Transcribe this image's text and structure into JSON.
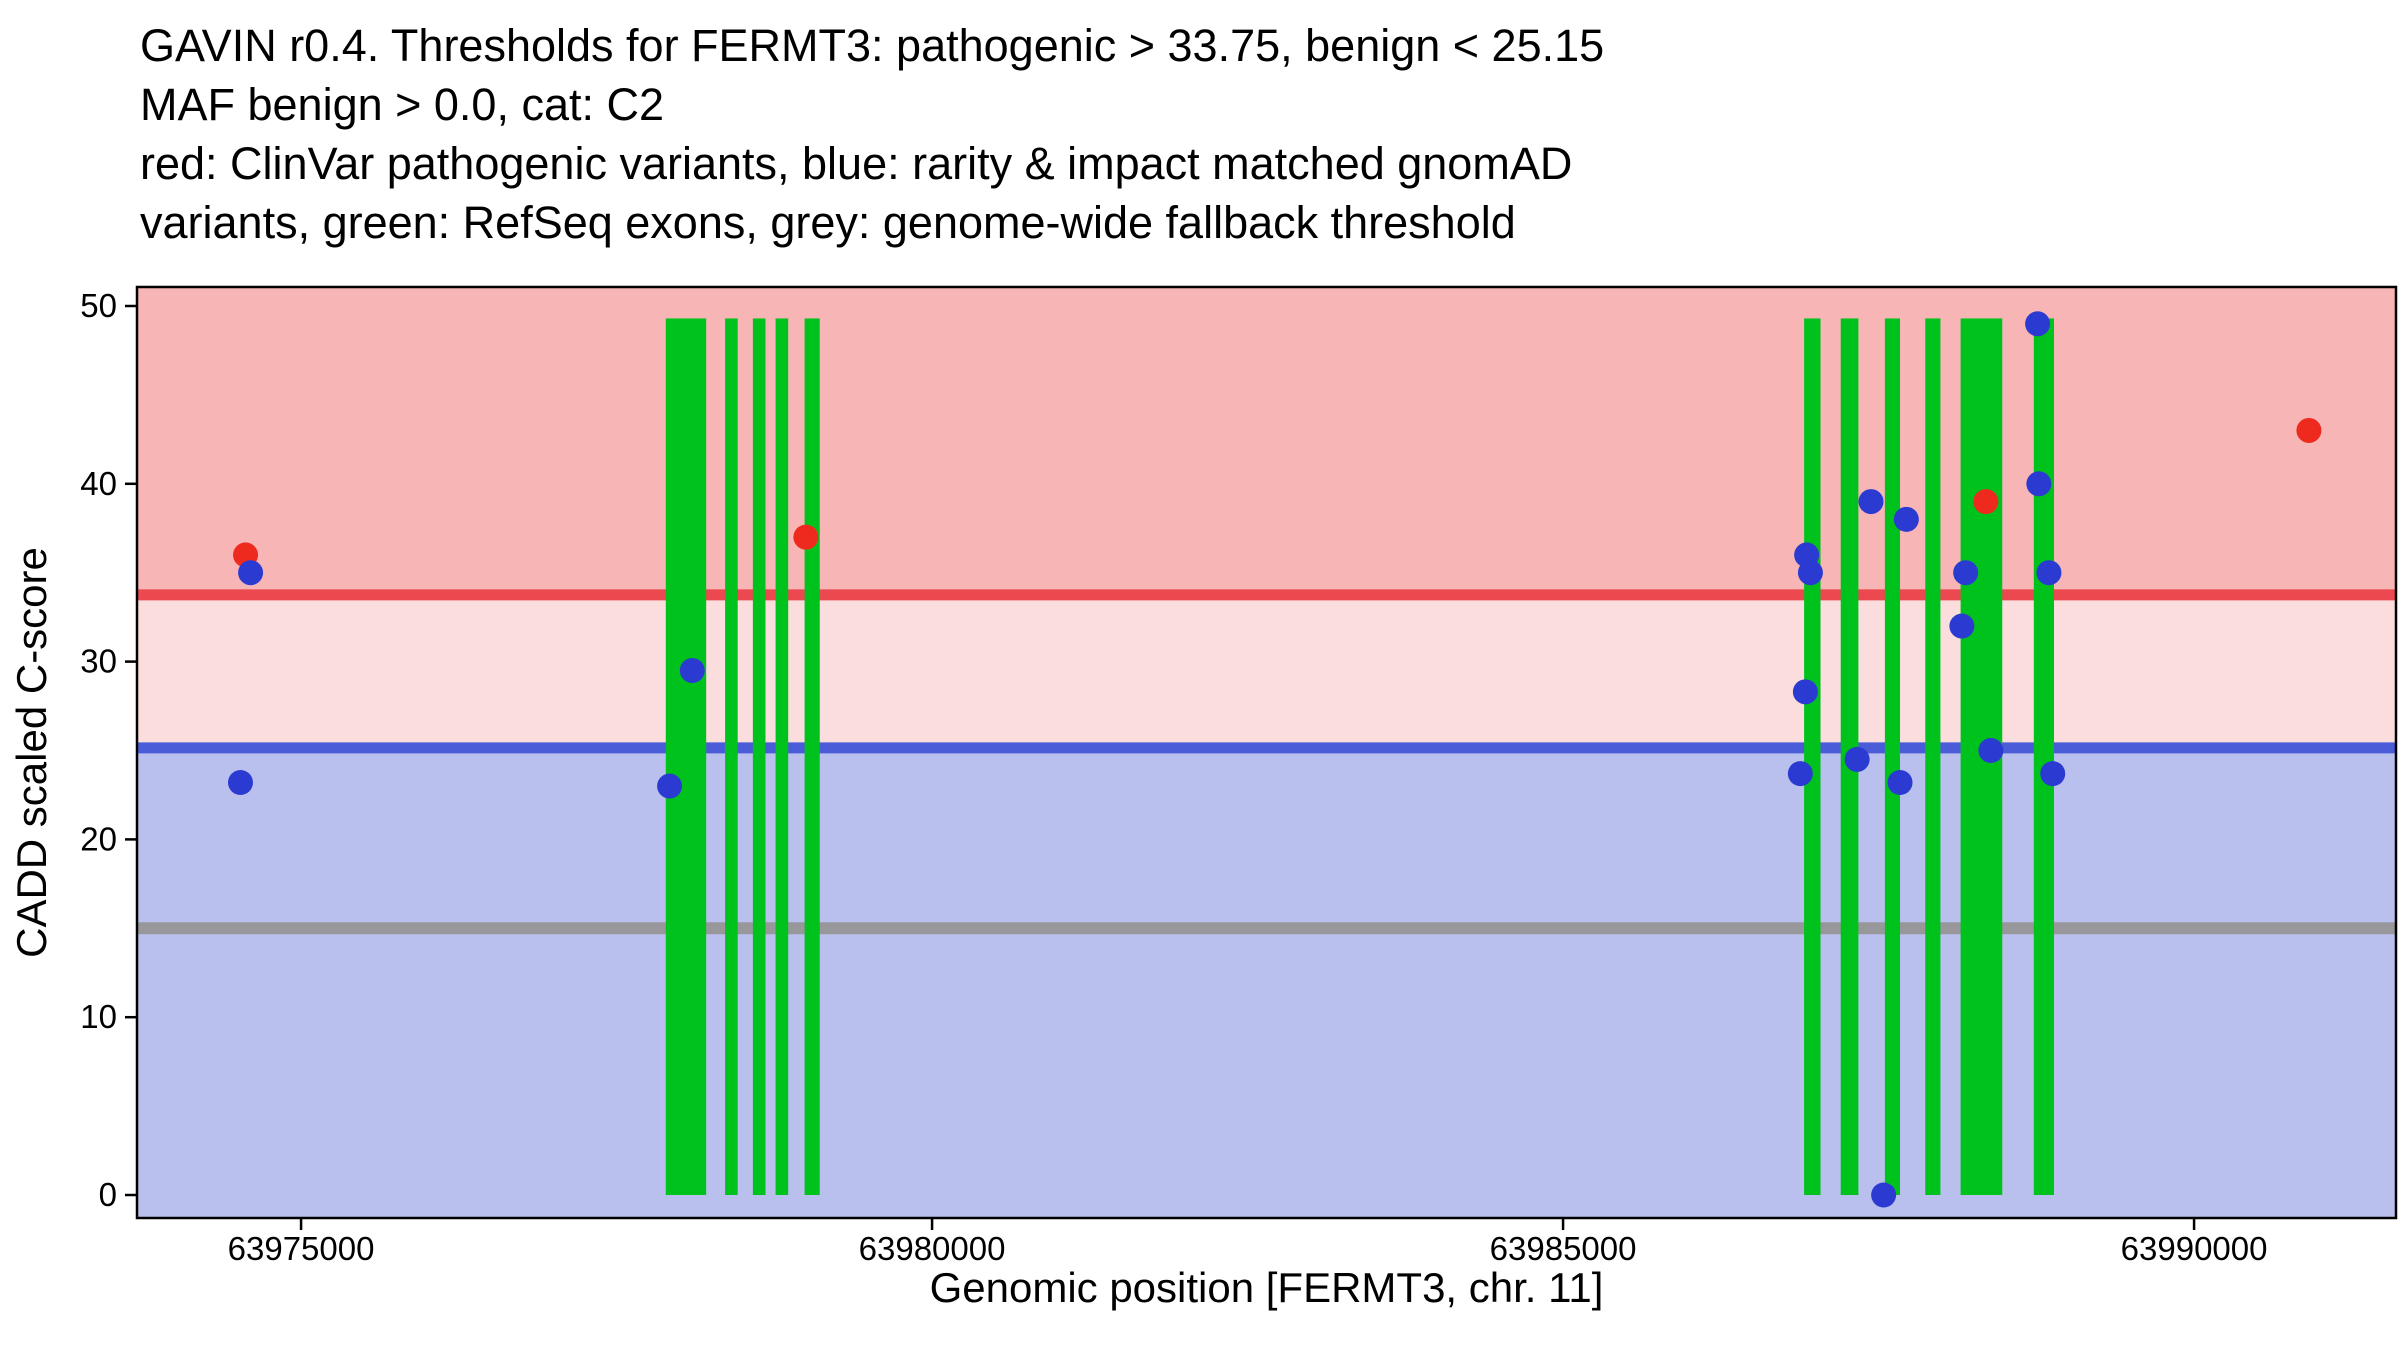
{
  "chart_data": {
    "type": "scatter",
    "title_lines": [
      "GAVIN r0.4. Thresholds for FERMT3: pathogenic > 33.75, benign < 25.15",
      "MAF benign > 0.0, cat: C2",
      "red: ClinVar pathogenic variants, blue: rarity & impact matched gnomAD",
      "variants, green: RefSeq exons, grey: genome-wide fallback threshold"
    ],
    "xlabel": "Genomic position [FERMT3, chr. 11]",
    "ylabel": "CADD scaled C-score",
    "gene": "FERMT3",
    "chromosome": "11",
    "xlim": [
      63973700,
      63991600
    ],
    "ylim": [
      0,
      50
    ],
    "x_ticks": [
      63975000,
      63980000,
      63985000,
      63990000
    ],
    "y_ticks": [
      0,
      10,
      20,
      30,
      40,
      50
    ],
    "thresholds": {
      "pathogenic_gt": 33.75,
      "benign_lt": 25.15,
      "maf_benign_gt": 0.0,
      "category": "C2",
      "genome_wide_fallback": 15
    },
    "regions": [
      {
        "name": "pathogenic-zone",
        "from": 33.75,
        "to": 52,
        "color": "#f8b5b6"
      },
      {
        "name": "intermediate-zone",
        "from": 25.15,
        "to": 33.75,
        "color": "#fcdddd"
      },
      {
        "name": "benign-zone",
        "from": -2,
        "to": 25.15,
        "color": "#bac0ed"
      }
    ],
    "threshold_lines": [
      {
        "name": "pathogenic-threshold-line",
        "value": 33.75,
        "color": "#ec4850",
        "width": 11
      },
      {
        "name": "benign-threshold-line",
        "value": 25.15,
        "color": "#4a5cd8",
        "width": 11
      },
      {
        "name": "genome-wide-fallback-threshold-line",
        "value": 15,
        "color": "#98989c",
        "width": 12
      }
    ],
    "exon_y": [
      0,
      49.3
    ],
    "exons": [
      [
        63977890,
        63978210
      ],
      [
        63978360,
        63978460
      ],
      [
        63978580,
        63978680
      ],
      [
        63978760,
        63978860
      ],
      [
        63978990,
        63979110
      ],
      [
        63986910,
        63987040
      ],
      [
        63987200,
        63987340
      ],
      [
        63987550,
        63987670
      ],
      [
        63987870,
        63987990
      ],
      [
        63988150,
        63988480
      ],
      [
        63988730,
        63988890
      ]
    ],
    "colors": {
      "exon": "#00c21c",
      "clinvar_pathogenic": "#ee2a1e",
      "gnomad_matched": "#2b3bd1",
      "pathogenic_region": "#f8b5b6",
      "intermediate_region": "#fcdddd",
      "benign_region": "#bac0ed"
    },
    "series": [
      {
        "name": "ClinVar pathogenic variants",
        "point_name": "clinvar-pathogenic-point",
        "color": "#ee2a1e",
        "points": [
          [
            63974560,
            36
          ],
          [
            63979000,
            37
          ],
          [
            63988350,
            39
          ],
          [
            63990910,
            43
          ]
        ]
      },
      {
        "name": "rarity & impact matched gnomAD variants",
        "point_name": "gnomad-variant-point",
        "color": "#2b3bd1",
        "points": [
          [
            63974600,
            35
          ],
          [
            63974520,
            23.2
          ],
          [
            63977920,
            23
          ],
          [
            63978100,
            29.5
          ],
          [
            63986930,
            36
          ],
          [
            63986960,
            35
          ],
          [
            63986920,
            28.3
          ],
          [
            63986880,
            23.7
          ],
          [
            63987440,
            39
          ],
          [
            63987330,
            24.5
          ],
          [
            63987540,
            0
          ],
          [
            63987670,
            23.2
          ],
          [
            63987720,
            38
          ],
          [
            63988160,
            32
          ],
          [
            63988190,
            35
          ],
          [
            63988390,
            25
          ],
          [
            63988760,
            49
          ],
          [
            63988770,
            40
          ],
          [
            63988850,
            35
          ],
          [
            63988880,
            23.7
          ]
        ]
      }
    ]
  }
}
